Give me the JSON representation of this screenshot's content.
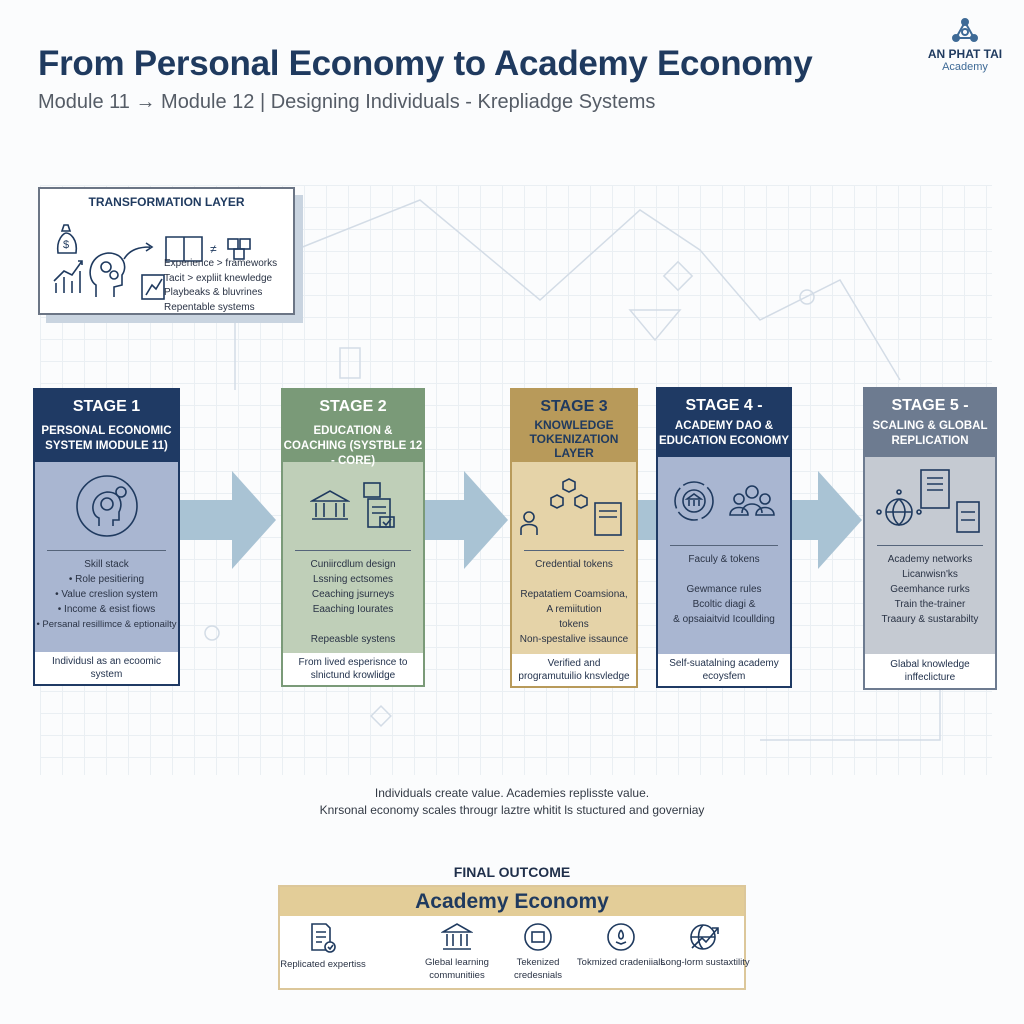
{
  "header": {
    "title": "From Personal Economy to Academy Economy",
    "subtitle": "Module 11 → Module 12 | Designing Individuals - Krepliadge Systems"
  },
  "logo": {
    "name": "AN PHAT TAI",
    "sub": "Academy"
  },
  "transformation": {
    "title": "TRANSFORMATION LAYER",
    "items": [
      "Experience > frameworks",
      "Tacit > expliit knewledge",
      "Playbeaks & bluvrines",
      "Repentable systems"
    ]
  },
  "stages": [
    {
      "title": "STAGE 1",
      "subtitle": "PERSONAL ECONOMIC SYSTEM IMODULE 11)",
      "items": [
        "Skill stack",
        "• Role pesitiering",
        "• Value creslion system",
        "• Income & esist fiows",
        "• Persanal resillimce & eptionailty"
      ],
      "footer": "Individusl as an ecoomic system",
      "color": "#1f3a64"
    },
    {
      "title": "STAGE 2",
      "subtitle": "EDUCATION & COACHING (SYSTBLE 12 - CORE)",
      "items": [
        "Cuniircdlum design",
        "Lssning ectsomes",
        "Ceaching jsurneys",
        "Eaaching Iourates",
        "",
        "Repeasble systens"
      ],
      "footer": "From lived esperisnce to slnictund krowlidge",
      "color": "#7a9a78"
    },
    {
      "title": "STAGE 3",
      "subtitle": "KNOWLEDGE TOKENIZATION LAYER",
      "items": [
        "Credential tokens",
        "",
        "Repatatiem Coamsiona,",
        "A remiitution",
        "tokens",
        "Non-spestalive issaunce"
      ],
      "footer": "Verified and programutuilio knsvledge",
      "color": "#b89a5a"
    },
    {
      "title": "STAGE 4 -",
      "subtitle": "ACADEMY DAO & EDUCATION ECONOMY",
      "items": [
        "Faculy & tokens",
        "",
        "Gewmance rules",
        "Bcoltic diagi &",
        "& opsaiaitvid Icoullding"
      ],
      "footer": "Self-suatalning academy ecoysfem",
      "color": "#1f3a64"
    },
    {
      "title": "STAGE 5 -",
      "subtitle": "SCALING & GLOBAL REPLICATION",
      "items": [
        "Academy networks",
        "Licanwisn'ks",
        "Geemhance rurks",
        "Train the-trainer",
        "Traaury & sustarabilty"
      ],
      "footer": "Glabal knowledge inffeclicture",
      "color": "#6d7b90"
    }
  ],
  "tagline": {
    "line1": "Individuals create value. Academies replisste value.",
    "line2": "Knrsonal economy scales througr laztre  whitit ls stuctured and governiay"
  },
  "final": {
    "label": "FINAL OUTCOME",
    "title": "Academy Economy",
    "items": [
      "Replicated expertiss",
      "Glebal learning communitiies",
      "Tekenized credesnials",
      "Tokmized cradeniials",
      "Long-lorm sustaxtility"
    ]
  }
}
